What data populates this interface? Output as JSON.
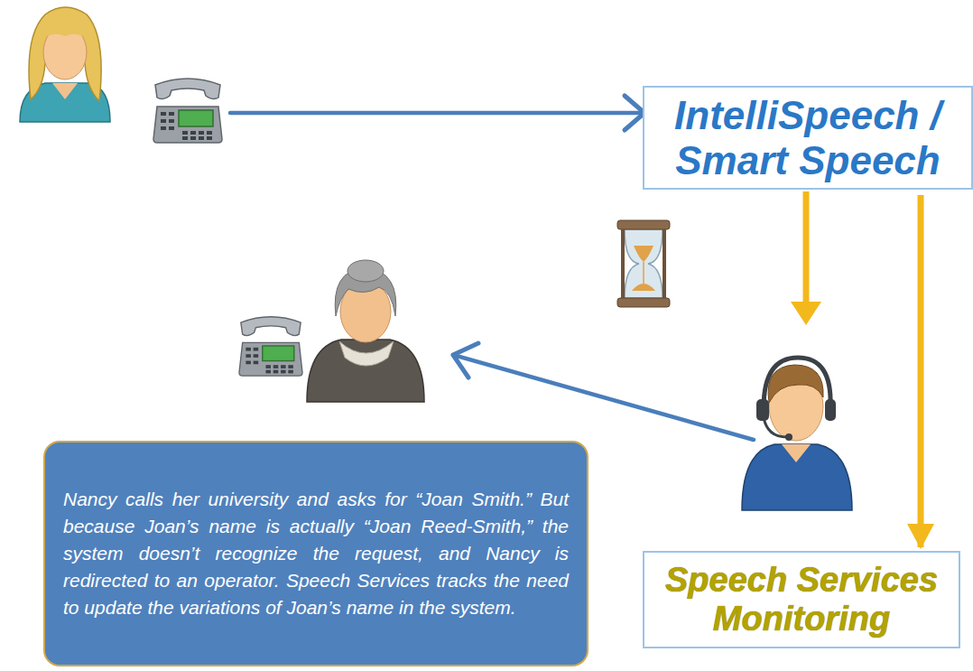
{
  "diagram": {
    "nodes": [
      {
        "text": [
          "IntelliSpeech / Smart Speech"
        ]
      },
      {
        "text": [
          "Nancy calls her university and asks for “Joan Smith.” But because Joan’s name is actually “Joan Reed-Smith,” the system doesn’t recognize the request, and Nancy is redirected to an operator. Speech Services tracks the need to update the variations of Joan’s name in the system."
        ]
      },
      {
        "text": [
          "Speech Services Monitoring"
        ]
      }
    ],
    "edges": [
      {
        "from": 0,
        "to": 2,
        "arrow": "to"
      }
    ]
  }
}
